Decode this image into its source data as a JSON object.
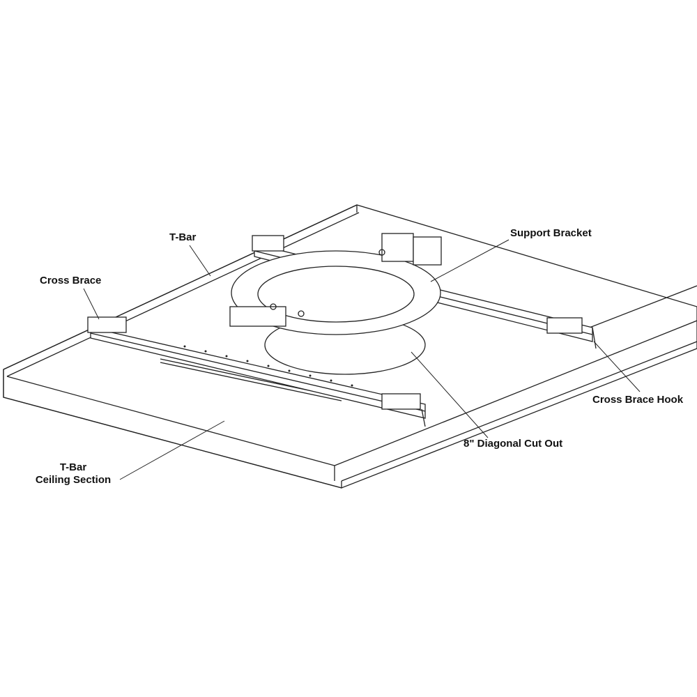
{
  "labels": {
    "t_bar": "T-Bar",
    "cross_brace": "Cross Brace",
    "support_bracket": "Support Bracket",
    "cross_brace_hook": "Cross Brace Hook",
    "cut_out": "8\" Diagonal Cut Out",
    "ceiling_line1": "T-Bar",
    "ceiling_line2": "Ceiling Section"
  }
}
